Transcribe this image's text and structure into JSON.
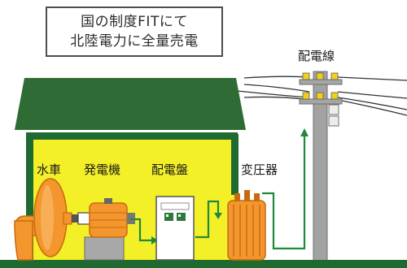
{
  "caption": {
    "line1": "国の制度FITにて",
    "line2": "北陸電力に全量売電"
  },
  "labels": {
    "water_wheel": "水車",
    "generator": "発電機",
    "switchboard": "配電盤",
    "transformer": "変圧器",
    "distribution_line": "配電線"
  },
  "colors": {
    "roof_green": "#2f6b34",
    "wall_yellow": "#f4f028",
    "frame_green": "#1e6a31",
    "orange": "#f3962d",
    "orange_dark": "#c86a10",
    "wire_green": "#1e8a3b",
    "pole_gray": "#9c9c9c"
  }
}
